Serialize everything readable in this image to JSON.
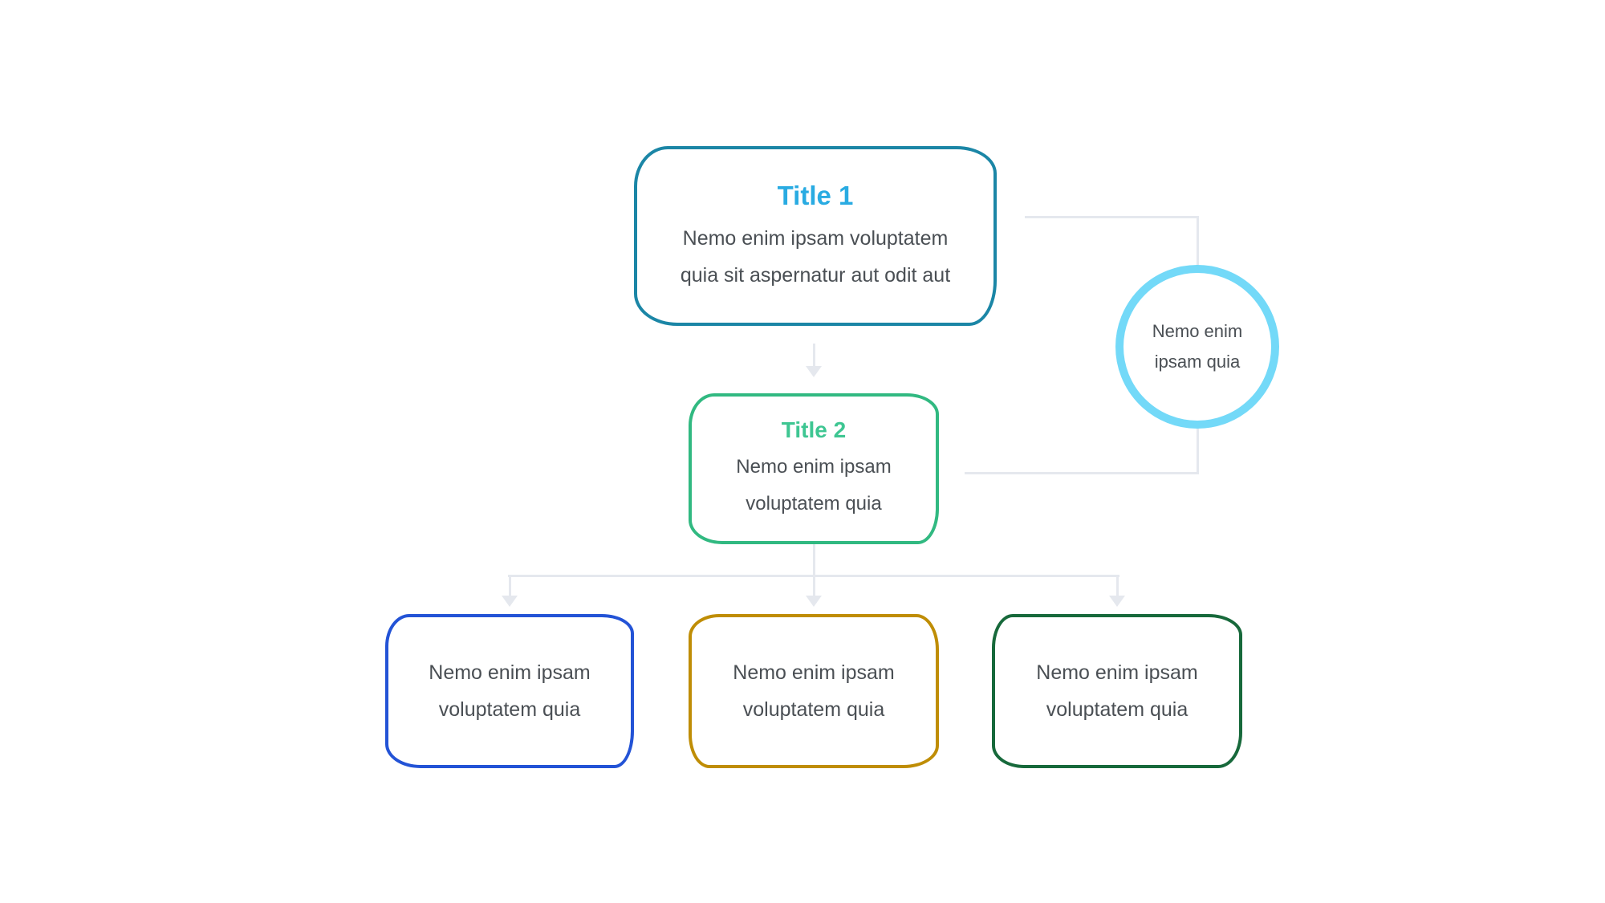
{
  "nodes": {
    "title1": {
      "title": "Title 1",
      "body_line1": "Nemo enim ipsam voluptatem",
      "body_line2": "quia sit aspernatur aut odit aut",
      "border_color": "#1b86a6",
      "title_color": "#29abe2"
    },
    "title2": {
      "title": "Title 2",
      "body_line1": "Nemo enim ipsam",
      "body_line2": "voluptatem quia",
      "border_color": "#31b981",
      "title_color": "#3ec692"
    },
    "circle": {
      "body_line1": "Nemo enim",
      "body_line2": "ipsam quia",
      "border_color": "#73d9f8"
    },
    "bottom_left": {
      "body_line1": "Nemo enim ipsam",
      "body_line2": "voluptatem quia",
      "border_color": "#2353d6"
    },
    "bottom_middle": {
      "body_line1": "Nemo enim ipsam",
      "body_line2": "voluptatem quia",
      "border_color": "#bf8d05"
    },
    "bottom_right": {
      "body_line1": "Nemo enim ipsam",
      "body_line2": "voluptatem quia",
      "border_color": "#17693b"
    }
  },
  "styles": {
    "connector_color": "#e5e8ee",
    "body_text_color": "#4a4f54",
    "node_fill": "#ffffff",
    "background": "#ffffff"
  }
}
